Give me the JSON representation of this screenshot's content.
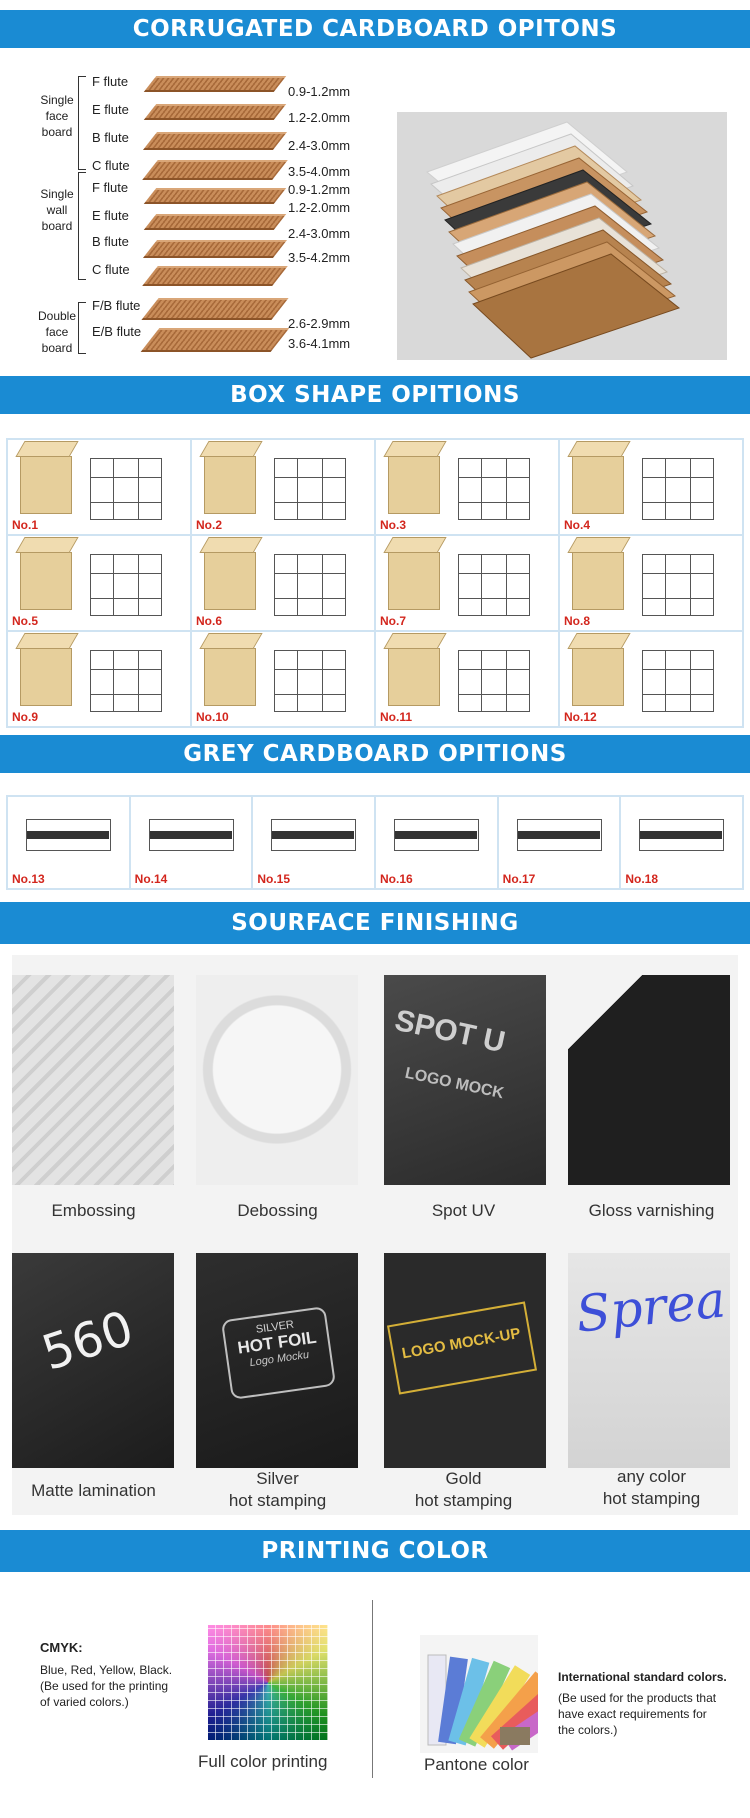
{
  "sections": {
    "corrugated": "CORRUGATED CARDBOARD OPITONS",
    "box_shape": "BOX  SHAPE OPITIONS",
    "grey": "GREY CARDBOARD OPITIONS",
    "finishing": "SOURFACE  FINISHING",
    "printing": "PRINTING  COLOR"
  },
  "corrugated": {
    "groups": [
      {
        "label": "Single face board",
        "flutes": [
          "F flute",
          "E flute",
          "B flute",
          "C flute"
        ],
        "mm": [
          "0.9-1.2mm",
          "1.2-2.0mm",
          "2.4-3.0mm",
          "3.5-4.0mm"
        ]
      },
      {
        "label": "Single wall board",
        "flutes": [
          "F flute",
          "E flute",
          "B flute",
          "C flute"
        ],
        "mm": [
          "0.9-1.2mm",
          "1.2-2.0mm",
          "2.4-3.0mm",
          "3.5-4.2mm"
        ]
      },
      {
        "label": "Double face board",
        "flutes": [
          "F/B flute",
          "E/B flute"
        ],
        "mm": [
          "2.6-2.9mm",
          "3.6-4.1mm"
        ]
      }
    ]
  },
  "box_shapes": [
    "No.1",
    "No.2",
    "No.3",
    "No.4",
    "No.5",
    "No.6",
    "No.7",
    "No.8",
    "No.9",
    "No.10",
    "No.11",
    "No.12"
  ],
  "grey_shapes": [
    "No.13",
    "No.14",
    "No.15",
    "No.16",
    "No.17",
    "No.18"
  ],
  "finishing": {
    "row1": [
      "Embossing",
      "Debossing",
      "Spot UV",
      "Gloss varnishing"
    ],
    "row2": [
      "Matte lamination",
      "Silver\nhot stamping",
      "Gold\nhot stamping",
      "any color\nhot stamping"
    ],
    "image_text": {
      "spot_uv_1": "SPOT U",
      "spot_uv_2": "LOGO MOCK",
      "silver_1": "SILVER",
      "silver_2": "HOT FOIL",
      "silver_3": "Logo Mocku",
      "gold": "LOGO MOCK-UP",
      "spread": "Sprea",
      "matte": "560"
    }
  },
  "printing": {
    "cmyk_title": "CMYK:",
    "cmyk_text": "Blue, Red, Yellow, Black.\n(Be used for the printing\nof varied colors.)",
    "full_caption": "Full color printing",
    "pantone_title": "International standard colors.",
    "pantone_text": "(Be used for the products that\nhave exact requirements for\nthe colors.)",
    "pantone_caption": "Pantone color"
  }
}
